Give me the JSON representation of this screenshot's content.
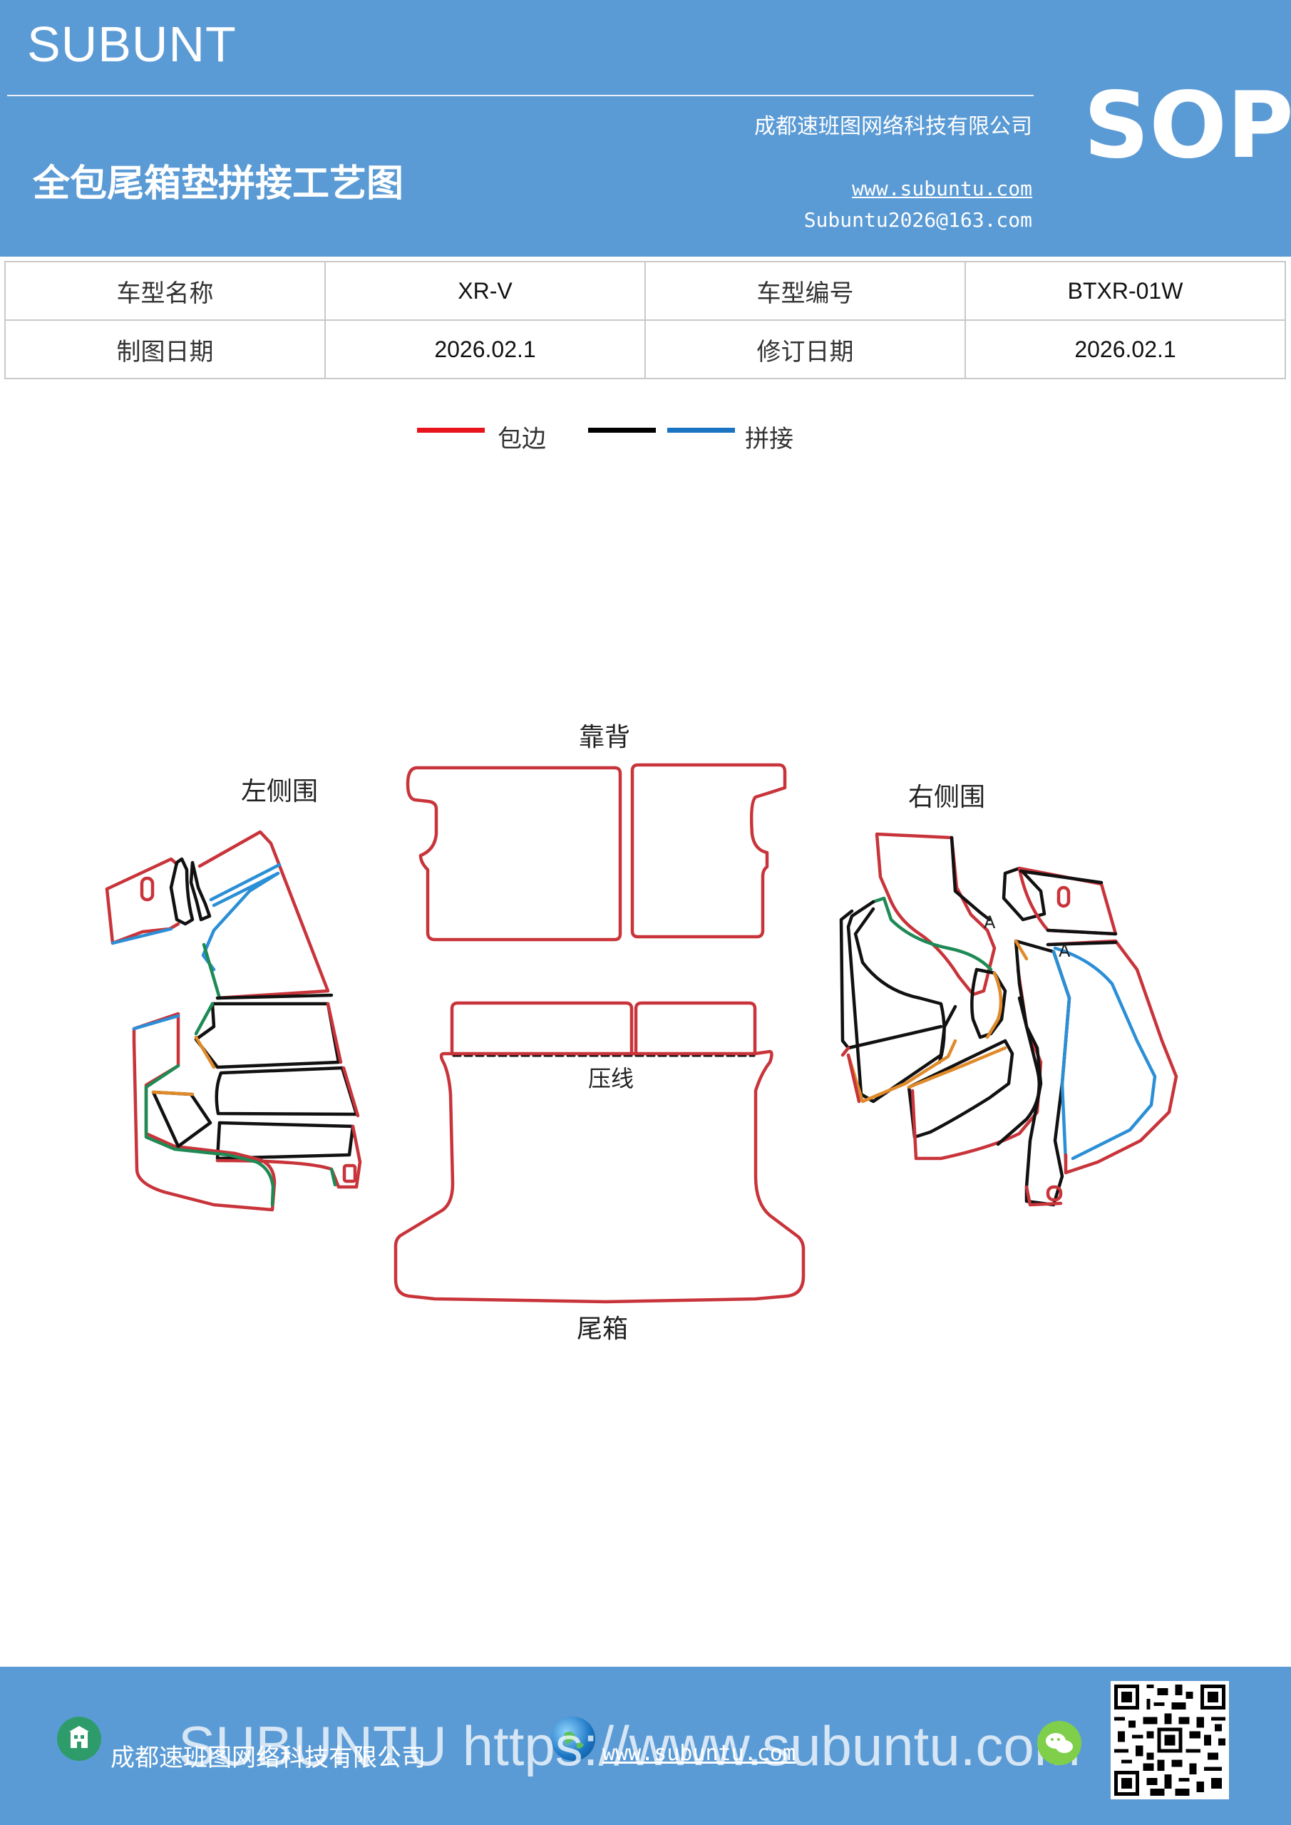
{
  "header": {
    "brand": "SUBUNT",
    "title": "全包尾箱垫拼接工艺图",
    "company": "成都速班图网络科技有限公司",
    "website": "www.subuntu.com",
    "email": "Subuntu2026@163.com",
    "sop": "SOP"
  },
  "info": {
    "model_name_label": "车型名称",
    "model_name_value": "XR-V",
    "model_code_label": "车型编号",
    "model_code_value": "BTXR-01W",
    "draw_date_label": "制图日期",
    "draw_date_value": "2026.02.1",
    "revise_date_label": "修订日期",
    "revise_date_value": "2026.02.1"
  },
  "legend": {
    "edge_label": "包边",
    "splice_label": "拼接",
    "colors": {
      "edge": "#e8141c",
      "splice_black": "#000000",
      "splice_blue": "#1a74c2"
    }
  },
  "diagram": {
    "backrest": "靠背",
    "left_side": "左侧围",
    "right_side": "右侧围",
    "press_line": "压线",
    "trunk": "尾箱",
    "marker_a1": "A",
    "marker_a2": "A",
    "colors": {
      "outline": "#c8343a",
      "black": "#111111",
      "blue": "#2b8fd6",
      "green": "#1e8a55",
      "orange": "#e08a2a"
    }
  },
  "footer": {
    "company": "成都速班图网络科技有限公司",
    "website": "www.subuntu.com",
    "watermark": "SUBUNTU https://www.subuntu.com",
    "icons": [
      "building-icon",
      "globe-icon",
      "wechat-icon",
      "qr-code"
    ]
  }
}
